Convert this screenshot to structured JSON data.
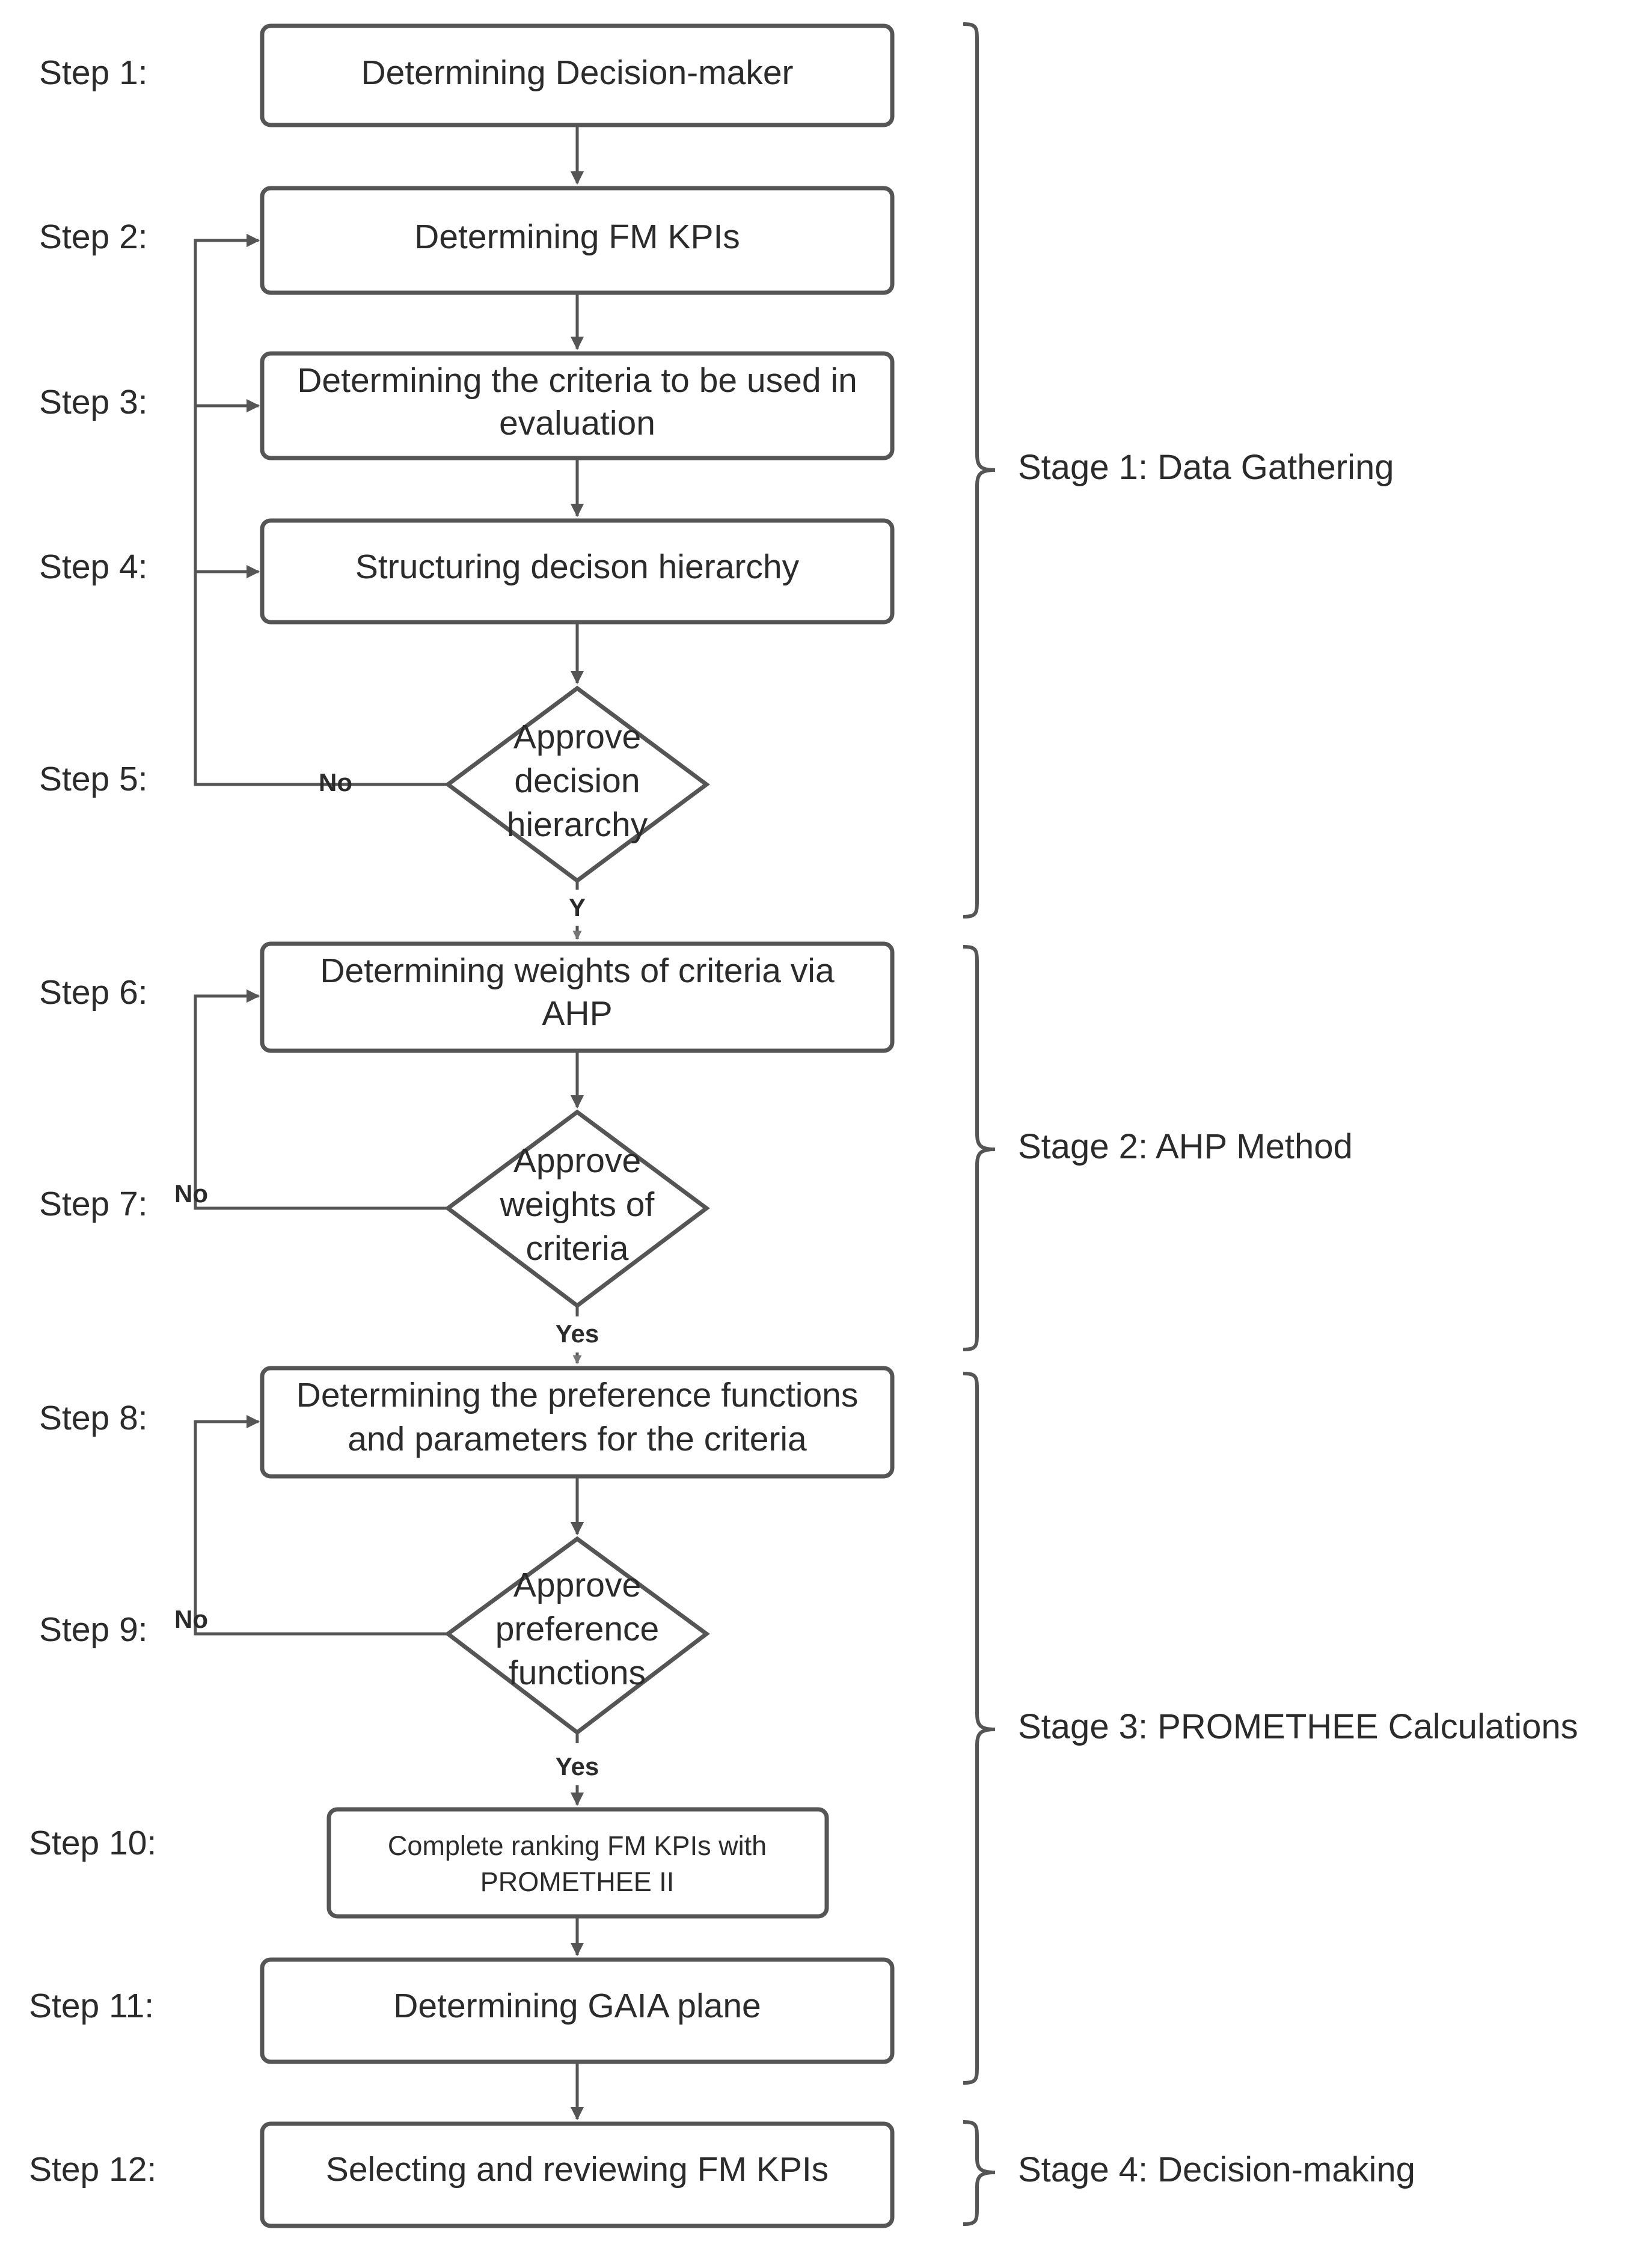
{
  "steps": [
    "Step 1:",
    "Step 2:",
    "Step 3:",
    "Step 4:",
    "Step 5:",
    "Step 6:",
    "Step 7:",
    "Step 8:",
    "Step 9:",
    "Step 10:",
    "Step 11:",
    "Step 12:"
  ],
  "boxes": {
    "s1": "Determining Decision-maker",
    "s2": "Determining FM KPIs",
    "s3_l1": "Determining the criteria to be used in",
    "s3_l2": "evaluation",
    "s4": "Structuring decison hierarchy",
    "s6_l1": "Determining weights of criteria via",
    "s6_l2": "AHP",
    "s8_l1": "Determining the preference functions",
    "s8_l2": "and parameters for the criteria",
    "s10_l1": "Complete ranking FM KPIs with",
    "s10_l2": "PROMETHEE II",
    "s11": "Determining GAIA plane",
    "s12": "Selecting and reviewing FM KPIs"
  },
  "decisions": {
    "d5": [
      "Approve",
      "decision",
      "hierarchy"
    ],
    "d7": [
      "Approve",
      "weights of",
      "criteria"
    ],
    "d9": [
      "Approve",
      "preference",
      "functions"
    ]
  },
  "edge_labels": {
    "no": "No",
    "y": "Y",
    "yes": "Yes"
  },
  "stages": [
    "Stage 1: Data Gathering",
    "Stage 2: AHP Method",
    "Stage 3: PROMETHEE Calculations",
    "Stage 4: Decision-making"
  ]
}
